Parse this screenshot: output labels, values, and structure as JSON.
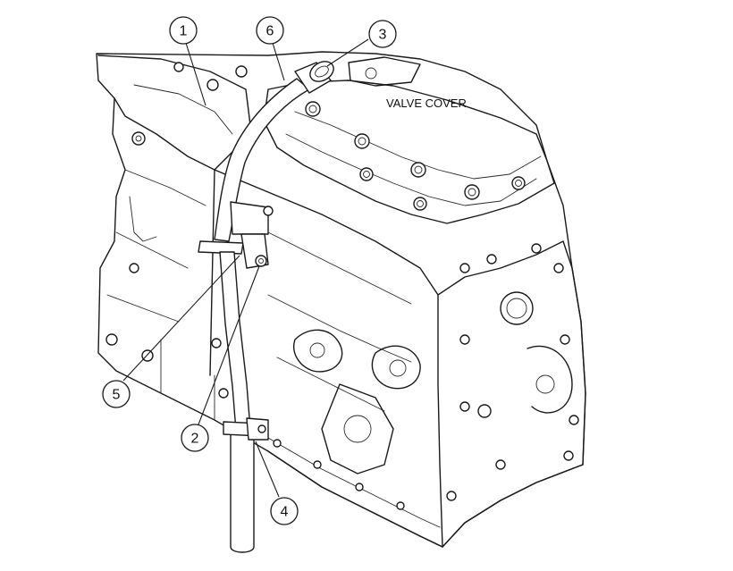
{
  "labels": {
    "valve_cover": "VALVE COVER"
  },
  "callouts": [
    {
      "id": "c1",
      "number": "1"
    },
    {
      "id": "c2",
      "number": "2"
    },
    {
      "id": "c3",
      "number": "3"
    },
    {
      "id": "c4",
      "number": "4"
    },
    {
      "id": "c5",
      "number": "5"
    },
    {
      "id": "c6",
      "number": "6"
    }
  ],
  "colors": {
    "line": "#1a1a1a",
    "background": "#ffffff"
  }
}
